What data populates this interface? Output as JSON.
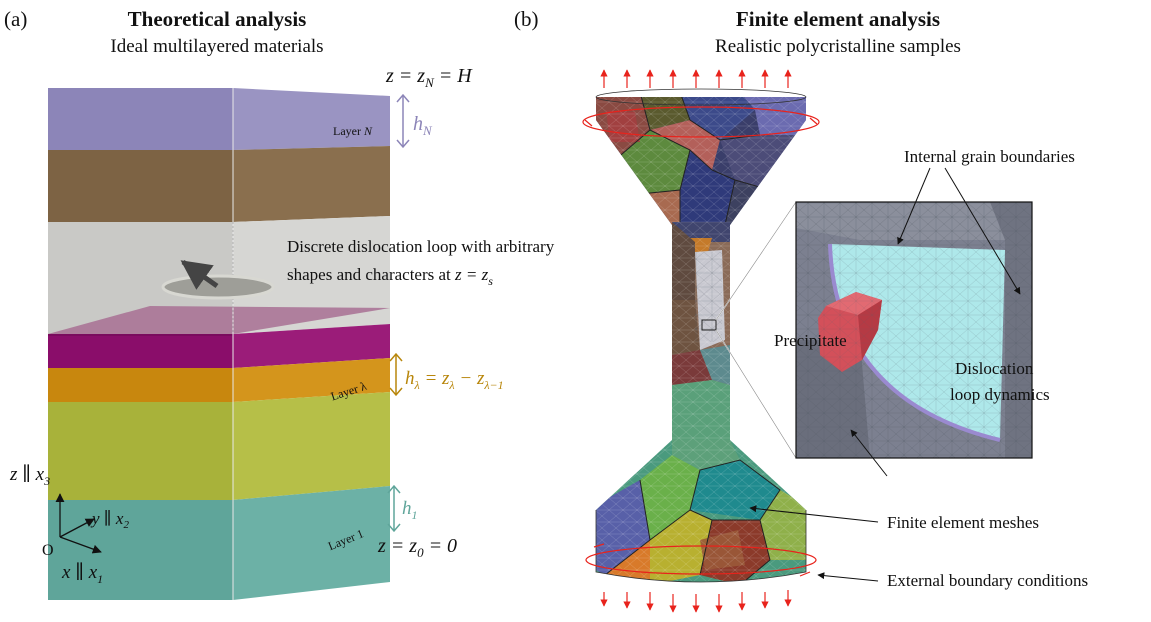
{
  "panel_a": {
    "label": "(a)",
    "title": "Theoretical analysis",
    "subtitle": "Ideal multilayered materials",
    "top_eq": "z = z",
    "top_sub": "N",
    "top_eq_tail": " = H",
    "layer_n": "Layer ",
    "layer_n_var": "N",
    "h_n": "h",
    "h_n_sub": "N",
    "loop_text_1": "Discrete dislocation loop with arbitrary",
    "loop_text_2": "shapes and characters at ",
    "loop_text_2_eq": "z = z",
    "loop_text_2_sub": "s",
    "layer_lambda": "Layer λ",
    "h_lambda": "h",
    "h_lambda_sub": "λ",
    "h_lambda_eq": " = z",
    "h_lambda_eq_sub1": "λ",
    "h_lambda_eq_mid": " − z",
    "h_lambda_eq_sub2": "λ−1",
    "h_1": "h",
    "h_1_sub": "1",
    "layer_1": "Layer 1",
    "bottom_eq": "z = z",
    "bottom_sub": "0",
    "bottom_eq_tail": " = 0",
    "axis_z": "z ∥ x",
    "axis_z_sub": "3",
    "axis_y": "y ∥ x",
    "axis_y_sub": "2",
    "axis_x": "x ∥ x",
    "axis_x_sub": "1",
    "origin": "O"
  },
  "panel_b": {
    "label": "(b)",
    "title": "Finite element analysis",
    "subtitle": "Realistic polycristalline samples",
    "grain_boundaries": "Internal grain boundaries",
    "precipitate": "Precipitate",
    "loop_dyn_1": "Dislocation",
    "loop_dyn_2": "loop dynamics",
    "fe_meshes": "Finite element meshes",
    "ext_bc": "External boundary conditions"
  },
  "colors": {
    "layer_n": "#8c85b8",
    "layer_brown": "#7d6344",
    "layer_gray": "#c7c7c3",
    "layer_pink": "#a06d8c",
    "layer_magenta": "#8a0d6a",
    "layer_orange": "#c8870e",
    "layer_olive": "#a8b23a",
    "layer_1": "#5fa59a",
    "h_n_color": "#8c85b8",
    "h_lambda_color": "#b8860b",
    "h_1_color": "#5fa59a",
    "load_arrows": "#e8231c"
  }
}
